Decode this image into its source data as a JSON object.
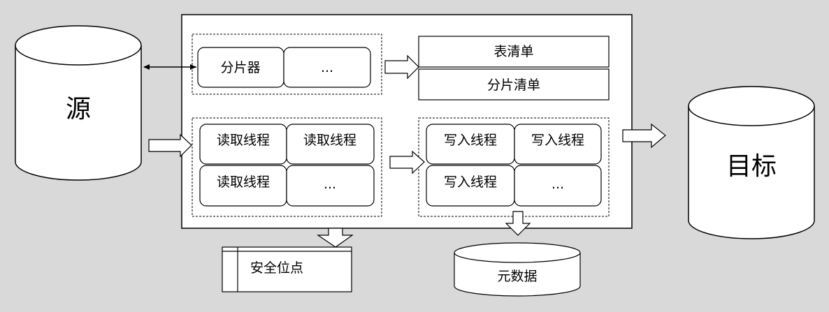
{
  "source": {
    "label": "源"
  },
  "target": {
    "label": "目标"
  },
  "sharding": {
    "sharder_label": "分片器",
    "more_label": "..."
  },
  "lists": {
    "table_list": "表清单",
    "shard_list": "分片清单"
  },
  "readers": {
    "cells": [
      "读取线程",
      "读取线程",
      "读取线程",
      "..."
    ]
  },
  "writers": {
    "cells": [
      "写入线程",
      "写入线程",
      "写入线程",
      "..."
    ]
  },
  "checkpoint": {
    "label": "安全位点"
  },
  "metadata": {
    "label": "元数据"
  },
  "colors": {
    "background": "#d9d9d9",
    "shape_fill": "#ffffff",
    "stroke": "#000000"
  }
}
